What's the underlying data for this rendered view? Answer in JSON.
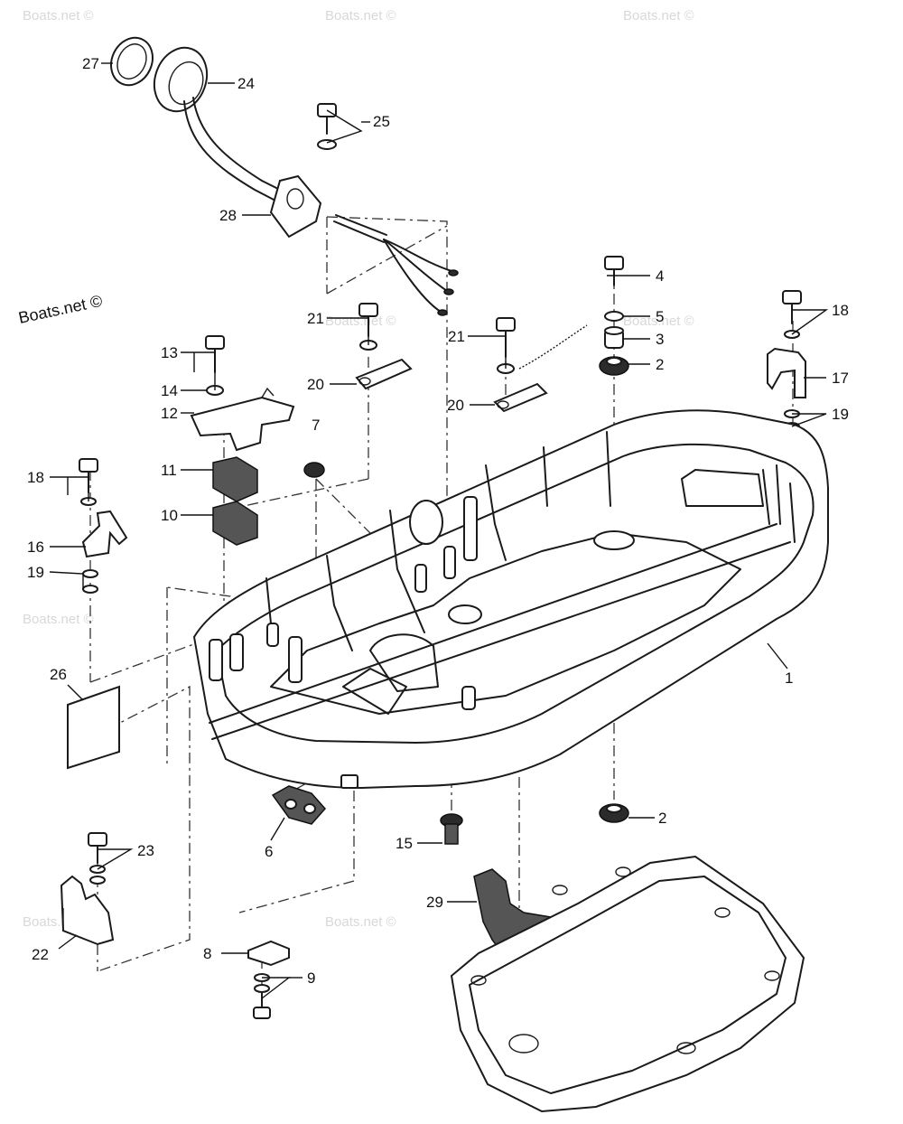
{
  "copyright": "Boats.net ©",
  "watermark": "Boats.net ©",
  "part_labels": {
    "p1": "1",
    "p2a": "2",
    "p2b": "2",
    "p3": "3",
    "p4": "4",
    "p5": "5",
    "p6": "6",
    "p7": "7",
    "p8": "8",
    "p9": "9",
    "p10": "10",
    "p11": "11",
    "p12": "12",
    "p13": "13",
    "p14": "14",
    "p15": "15",
    "p16": "16",
    "p17": "17",
    "p18a": "18",
    "p18b": "18",
    "p19a": "19",
    "p19b": "19",
    "p20a": "20",
    "p20b": "20",
    "p21a": "21",
    "p21b": "21",
    "p22": "22",
    "p23": "23",
    "p24": "24",
    "p25": "25",
    "p26": "26",
    "p27": "27",
    "p28": "28",
    "p29": "29"
  }
}
